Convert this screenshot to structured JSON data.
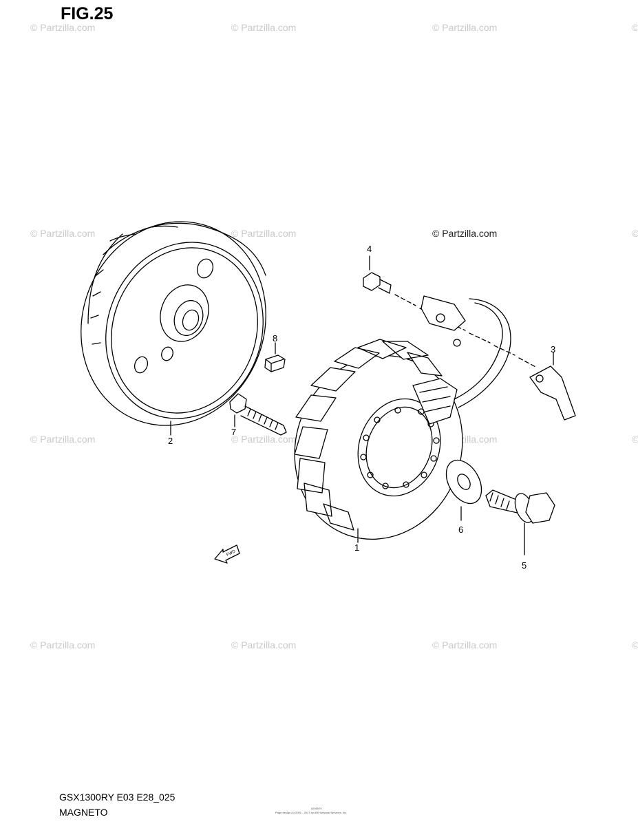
{
  "figure": {
    "title": "FIG.25"
  },
  "watermarks": [
    "© Partzilla.com",
    "© Partzilla.com",
    "© Partzilla.com",
    "©",
    "© Partzilla.com",
    "© Partzilla.com",
    "©",
    "© Partzilla.com",
    "© Partzilla.com",
    "© Partzilla.com",
    "©",
    "© Partzilla.com",
    "© Partzilla.com",
    "© Partzilla.com",
    "©"
  ],
  "copyright_label": "© Partzilla.com",
  "callouts": [
    "1",
    "2",
    "3",
    "4",
    "5",
    "6",
    "7",
    "8"
  ],
  "fwd_arrow_label": "FWD",
  "footer": {
    "model_code": "GSX1300RY E03 E28_025",
    "section_name": "MAGNETO",
    "fine_print_1": "6205570",
    "fine_print_2": "Page design (c) 2001 - 2017 by ARI Network Services, Inc."
  }
}
